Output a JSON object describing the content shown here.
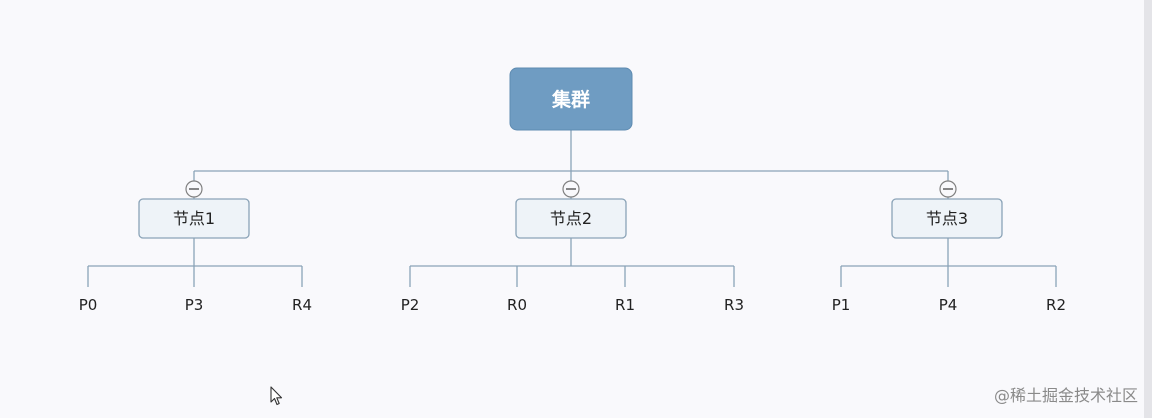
{
  "diagram": {
    "root": {
      "label": "集群"
    },
    "nodes": [
      {
        "label": "节点1",
        "leaves": [
          "P0",
          "P3",
          "R4"
        ]
      },
      {
        "label": "节点2",
        "leaves": [
          "P2",
          "R0",
          "R1",
          "R3"
        ]
      },
      {
        "label": "节点3",
        "leaves": [
          "P1",
          "P4",
          "R2"
        ]
      }
    ]
  },
  "watermark": "@稀土掘金技术社区",
  "icons": {
    "toggle": "collapse-minus-icon",
    "cursor": "mouse-pointer-icon"
  }
}
